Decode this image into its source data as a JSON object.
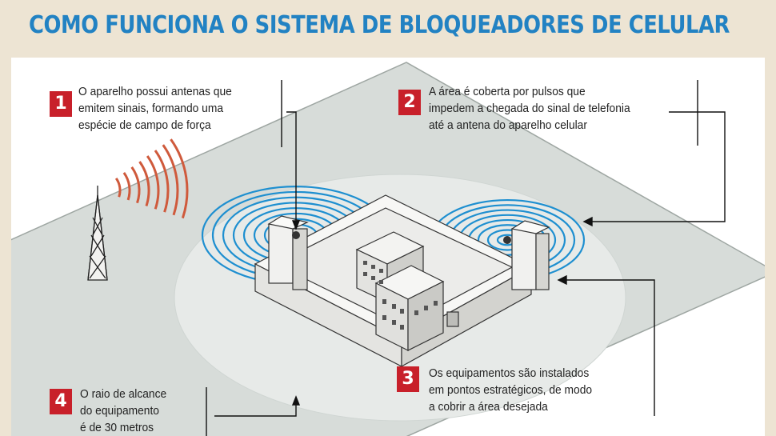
{
  "title": "COMO FUNCIONA O SISTEMA DE BLOQUEADORES DE CELULAR",
  "colors": {
    "title": "#2282c3",
    "background": "#ede4d3",
    "ground": "#d7dcd9",
    "coverage": "#e6e9e7",
    "signal_rings": "#1e8fd0",
    "tower_waves": "#cf5a3c",
    "badge": "#c8202a"
  },
  "steps": [
    {
      "number": "1",
      "lines": [
        "O aparelho possui antenas que",
        "emitem sinais, formando uma",
        "espécie de campo de força"
      ]
    },
    {
      "number": "2",
      "lines": [
        "A área é coberta por pulsos que",
        "impedem a chegada do sinal de telefonia",
        "até a antena do aparelho celular"
      ]
    },
    {
      "number": "3",
      "lines": [
        "Os equipamentos são instalados",
        "em pontos estratégicos, de modo",
        "a cobrir a área desejada"
      ]
    },
    {
      "number": "4",
      "lines": [
        "O raio de alcance",
        "do equipamento",
        "é de 30 metros"
      ]
    }
  ],
  "icons": [
    "cell-tower-icon",
    "prison-building-icon",
    "jammer-antenna-icon"
  ]
}
